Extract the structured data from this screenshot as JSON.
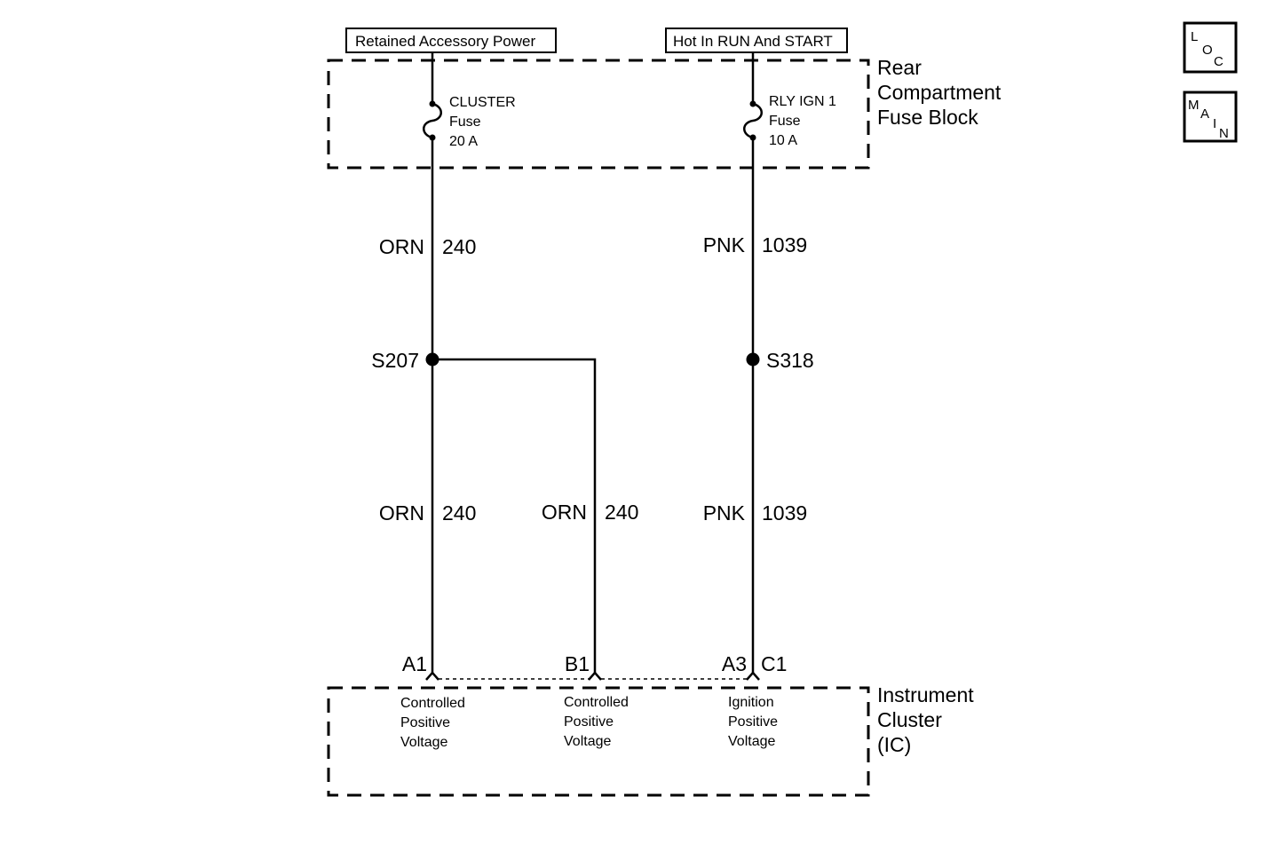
{
  "sources": {
    "left": "Retained Accessory Power",
    "right": "Hot In RUN And START"
  },
  "fuse_block": {
    "label_line1": "Rear",
    "label_line2": "Compartment",
    "label_line3": "Fuse Block"
  },
  "fuses": {
    "left": {
      "name": "CLUSTER",
      "type": "Fuse",
      "rating": "20 A"
    },
    "right": {
      "name": "RLY IGN 1",
      "type": "Fuse",
      "rating": "10 A"
    }
  },
  "wires": {
    "upper_left": {
      "color": "ORN",
      "circuit": "240"
    },
    "upper_right": {
      "color": "PNK",
      "circuit": "1039"
    },
    "lower_left": {
      "color": "ORN",
      "circuit": "240"
    },
    "lower_mid": {
      "color": "ORN",
      "circuit": "240"
    },
    "lower_right": {
      "color": "PNK",
      "circuit": "1039"
    }
  },
  "splices": {
    "left": "S207",
    "right": "S318"
  },
  "connector": {
    "pin_a1": "A1",
    "pin_b1": "B1",
    "pin_a3": "A3",
    "name": "C1"
  },
  "module": {
    "label_line1": "Instrument",
    "label_line2": "Cluster",
    "label_line3": "(IC)",
    "pins": [
      {
        "line1": "Controlled",
        "line2": "Positive",
        "line3": "Voltage"
      },
      {
        "line1": "Controlled",
        "line2": "Positive",
        "line3": "Voltage"
      },
      {
        "line1": "Ignition",
        "line2": "Positive",
        "line3": "Voltage"
      }
    ]
  },
  "icons": {
    "loc": {
      "l1": "L",
      "l2": "O",
      "l3": "C"
    },
    "main": {
      "l1": "M",
      "l2": "A",
      "l3": "I",
      "l4": "N"
    }
  }
}
